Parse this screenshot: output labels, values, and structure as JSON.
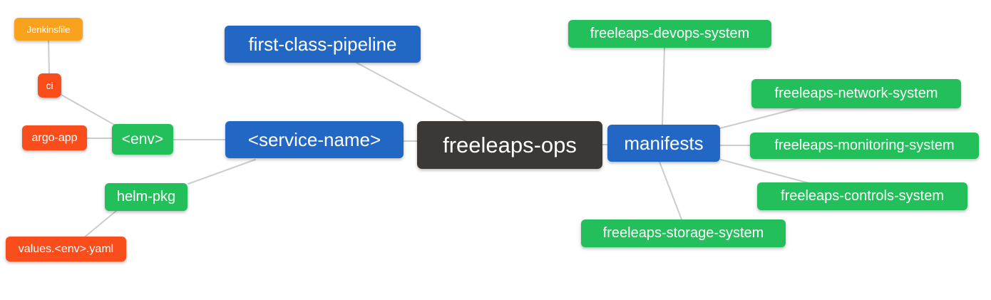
{
  "diagram": {
    "type": "mindmap",
    "root_label": "freeleaps-ops",
    "colors": {
      "root_bg": "#3C3836",
      "branch_blue": "#2367C5",
      "node_green": "#22BF5B",
      "node_red": "#F94E1C",
      "node_orange": "#F9A21E",
      "edge": "#CCCCCC",
      "text": "#FFFFFF",
      "background": "#FFFFFF"
    },
    "nodes": {
      "freeleaps_ops": {
        "label": "freeleaps-ops",
        "color": "#3C3836"
      },
      "first_class_pipeline": {
        "label": "first-class-pipeline",
        "color": "#2367C5"
      },
      "service_name": {
        "label": "<service-name>",
        "color": "#2367C5"
      },
      "manifests": {
        "label": "manifests",
        "color": "#2367C5"
      },
      "env": {
        "label": "<env>",
        "color": "#22BF5B"
      },
      "helm_pkg": {
        "label": "helm-pkg",
        "color": "#22BF5B"
      },
      "argo_app": {
        "label": "argo-app",
        "color": "#F94E1C"
      },
      "ci": {
        "label": "ci",
        "color": "#F94E1C"
      },
      "jenkinsfile": {
        "label": "Jenkinsfile",
        "color": "#F9A21E"
      },
      "values_env_yaml": {
        "label": "values.<env>.yaml",
        "color": "#F94E1C"
      },
      "devops_system": {
        "label": "freeleaps-devops-system",
        "color": "#22BF5B"
      },
      "network_system": {
        "label": "freeleaps-network-system",
        "color": "#22BF5B"
      },
      "monitoring_system": {
        "label": "freeleaps-monitoring-system",
        "color": "#22BF5B"
      },
      "controls_system": {
        "label": "freeleaps-controls-system",
        "color": "#22BF5B"
      },
      "storage_system": {
        "label": "freeleaps-storage-system",
        "color": "#22BF5B"
      }
    },
    "edges": [
      [
        "jenkinsfile",
        "ci"
      ],
      [
        "ci",
        "env"
      ],
      [
        "argo_app",
        "env"
      ],
      [
        "env",
        "service_name"
      ],
      [
        "service_name",
        "helm_pkg"
      ],
      [
        "helm_pkg",
        "values_env_yaml"
      ],
      [
        "first_class_pipeline",
        "freeleaps_ops"
      ],
      [
        "service_name",
        "freeleaps_ops"
      ],
      [
        "freeleaps_ops",
        "manifests"
      ],
      [
        "manifests",
        "devops_system"
      ],
      [
        "manifests",
        "network_system"
      ],
      [
        "manifests",
        "monitoring_system"
      ],
      [
        "manifests",
        "controls_system"
      ],
      [
        "manifests",
        "storage_system"
      ]
    ]
  }
}
